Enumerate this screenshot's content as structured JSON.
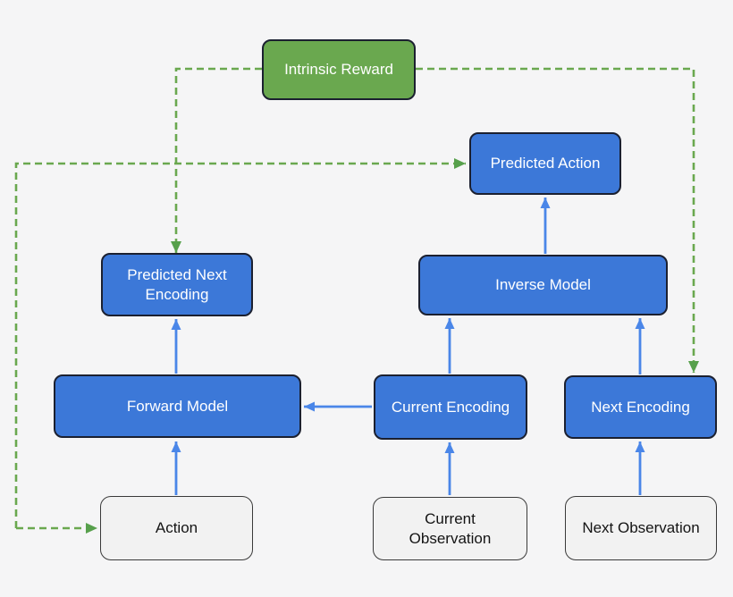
{
  "diagram": {
    "name": "intrinsic-curiosity-module-diagram",
    "background_color": "#f5f5f6",
    "colors": {
      "model_fill": "#3c78d8",
      "reward_fill": "#6aa84f",
      "input_fill": "#f2f2f2",
      "arrow_solid": "#4a86e8",
      "arrow_dashed": "#6aa84f",
      "text_on_fill": "#ffffff",
      "text_dark": "#141414"
    },
    "nodes": {
      "intrinsic_reward": {
        "label": "Intrinsic Reward",
        "type": "reward",
        "fill": "#6aa84f",
        "text_color": "#ffffff"
      },
      "predicted_action": {
        "label": "Predicted Action",
        "type": "model-output",
        "fill": "#3c78d8",
        "text_color": "#ffffff"
      },
      "predicted_next_encoding": {
        "label": "Predicted Next Encoding",
        "type": "model-output",
        "fill": "#3c78d8",
        "text_color": "#ffffff"
      },
      "inverse_model": {
        "label": "Inverse Model",
        "type": "model",
        "fill": "#3c78d8",
        "text_color": "#ffffff"
      },
      "forward_model": {
        "label": "Forward Model",
        "type": "model",
        "fill": "#3c78d8",
        "text_color": "#ffffff"
      },
      "current_encoding": {
        "label": "Current Encoding",
        "type": "model-output",
        "fill": "#3c78d8",
        "text_color": "#ffffff"
      },
      "next_encoding": {
        "label": "Next Encoding",
        "type": "model-output",
        "fill": "#3c78d8",
        "text_color": "#ffffff"
      },
      "action": {
        "label": "Action",
        "type": "input",
        "fill": "#f2f2f2",
        "text_color": "#141414"
      },
      "current_observation": {
        "label": "Current Observation",
        "type": "input",
        "fill": "#f2f2f2",
        "text_color": "#141414"
      },
      "next_observation": {
        "label": "Next Observation",
        "type": "input",
        "fill": "#f2f2f2",
        "text_color": "#141414"
      }
    },
    "edges": [
      {
        "from": "action",
        "to": "forward_model",
        "style": "solid",
        "color": "#4a86e8"
      },
      {
        "from": "current_observation",
        "to": "current_encoding",
        "style": "solid",
        "color": "#4a86e8"
      },
      {
        "from": "next_observation",
        "to": "next_encoding",
        "style": "solid",
        "color": "#4a86e8"
      },
      {
        "from": "current_encoding",
        "to": "forward_model",
        "style": "solid",
        "color": "#4a86e8"
      },
      {
        "from": "current_encoding",
        "to": "inverse_model",
        "style": "solid",
        "color": "#4a86e8"
      },
      {
        "from": "next_encoding",
        "to": "inverse_model",
        "style": "solid",
        "color": "#4a86e8"
      },
      {
        "from": "inverse_model",
        "to": "predicted_action",
        "style": "solid",
        "color": "#4a86e8"
      },
      {
        "from": "forward_model",
        "to": "predicted_next_encoding",
        "style": "solid",
        "color": "#4a86e8"
      },
      {
        "from": "intrinsic_reward",
        "to": "predicted_next_encoding",
        "style": "dashed",
        "color": "#6aa84f"
      },
      {
        "from": "intrinsic_reward",
        "to": "next_encoding",
        "style": "dashed",
        "color": "#6aa84f"
      },
      {
        "from": "feedback_loop",
        "to": "predicted_action",
        "style": "dashed",
        "color": "#6aa84f"
      },
      {
        "from": "feedback_loop",
        "to": "action",
        "style": "dashed",
        "color": "#6aa84f"
      }
    ]
  }
}
